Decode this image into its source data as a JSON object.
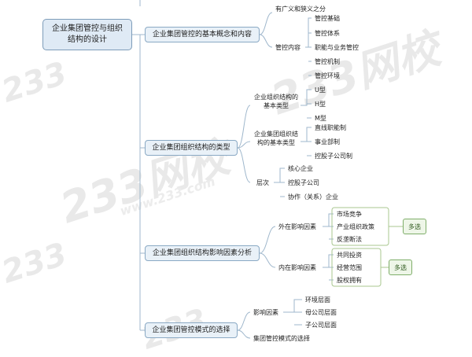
{
  "watermarks": [
    "233",
    "233网校",
    "233网校",
    "233",
    "233",
    "www.233.com"
  ],
  "root": "企业集团管控与组织结构的设计",
  "branches": {
    "concept": {
      "label": "企业集团管控的基本概念和内容",
      "scope": "有广义和狭义之分",
      "content_label": "管控内容",
      "content_items": [
        "管控基础",
        "管控体系",
        "职能与业务管控",
        "管控机制",
        "管控环境"
      ]
    },
    "types": {
      "label": "企业集团组织结构的类型",
      "group1_label": "企业组织结构的基本类型",
      "group1_items": [
        "U型",
        "H型",
        "M型"
      ],
      "group2_label": "企业集团组织结构的基本类型",
      "group2_items": [
        "直线职能制",
        "事业部制",
        "控股子公司制"
      ],
      "group3_label": "层次",
      "group3_items": [
        "核心企业",
        "控股子公司",
        "协作（关系）企业"
      ]
    },
    "factors": {
      "label": "企业集团组织结构影响因素分析",
      "external_label": "外在影响因素",
      "external_items": [
        "市场竞争",
        "产业组织政策",
        "反垄断法"
      ],
      "internal_label": "内在影响因素",
      "internal_items": [
        "共同投资",
        "经营范围",
        "股权拥有"
      ],
      "multi_tag_1": "多选",
      "multi_tag_2": "多选"
    },
    "modes": {
      "label": "企业集团管控模式的选择",
      "influence_label": "影响因素",
      "influence_items": [
        "环境层面",
        "母公司层面",
        "子公司层面"
      ],
      "choice_label": "集团管控模式的选择"
    }
  }
}
